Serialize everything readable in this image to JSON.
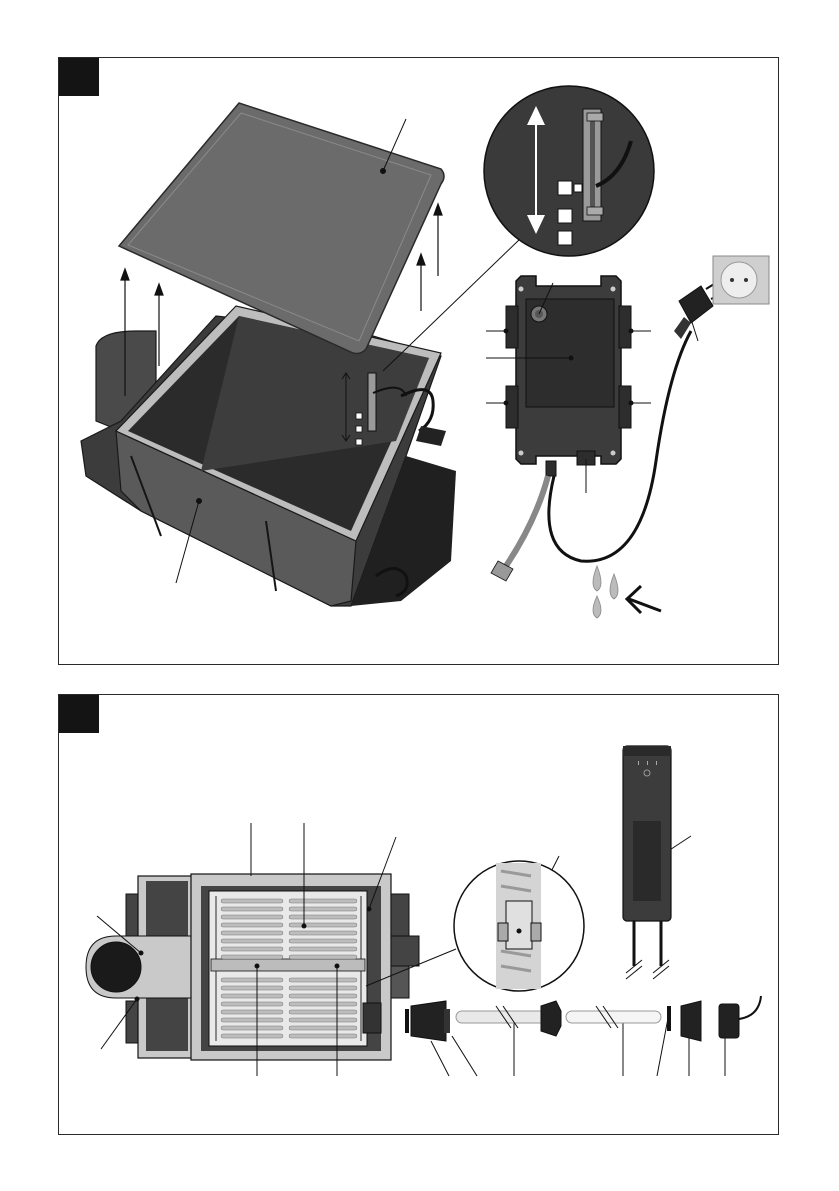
{
  "figures": [
    {
      "id": "figure-1",
      "badge_color": "#141414",
      "callouts": 11,
      "subjects": [
        "filter-box-with-lid",
        "control-unit-detail",
        "control-unit",
        "power-plug",
        "wall-socket",
        "water-drops-warning"
      ]
    },
    {
      "id": "figure-2",
      "badge_color": "#141414",
      "callouts": 15,
      "subjects": [
        "filter-top-view",
        "uvc-lamp-assembly",
        "ballast-unit",
        "sensor-detail"
      ]
    }
  ],
  "colors": {
    "body_dark": "#3c3c3c",
    "body_mid": "#5a5a5a",
    "lid": "#6b6b6b",
    "inner": "#2b2b2b",
    "frame": "#bdbdbd",
    "sieve": "#e9e9e9",
    "outline": "#1a1a1a"
  },
  "icons": [
    "up-arrow-icon",
    "double-arrow-icon",
    "drop-icon",
    "arrow-icon",
    "socket-icon",
    "plug-icon"
  ]
}
